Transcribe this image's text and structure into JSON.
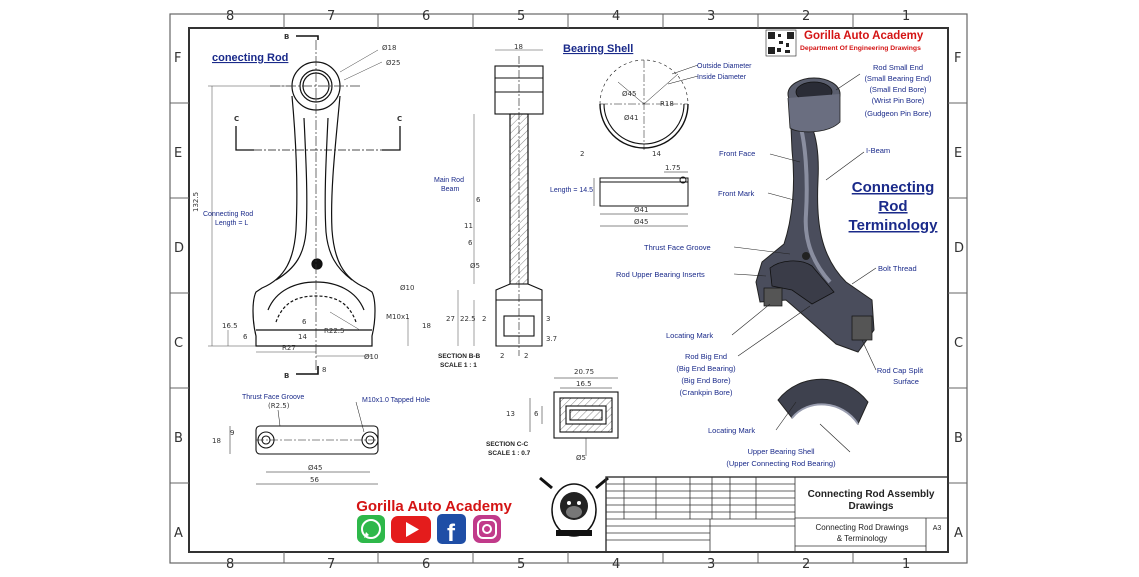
{
  "colors": {
    "label": "#1a2a8a",
    "brand_red": "#d41414",
    "frame": "#555555",
    "rod_fill": "#4a4d5c",
    "rod_light": "#8a8ea0"
  },
  "zones": {
    "columns": [
      "8",
      "7",
      "6",
      "5",
      "4",
      "3",
      "2",
      "1"
    ],
    "rows": [
      "F",
      "E",
      "D",
      "C",
      "B",
      "A"
    ]
  },
  "header": {
    "academy": "Gorilla Auto Academy",
    "department": "Department Of Engineering Drawings"
  },
  "views": {
    "rod": {
      "title": "conecting Rod",
      "dims": {
        "d18": "Ø18",
        "d25": "Ø25",
        "length_mm": "132.5",
        "length_label_1": "Connecting Rod",
        "length_label_2": "Length = L",
        "d10": "Ø10",
        "m10": "M10x1",
        "r225": "R22.5",
        "r27": "R27",
        "n165": "16.5",
        "n6a": "6",
        "n6b": "6",
        "n14": "14",
        "n18": "18",
        "d10b": "Ø10",
        "n8": "8"
      },
      "section_marks": {
        "b": "B",
        "c": "C"
      }
    },
    "section_bb": {
      "label_1": "SECTION B-B",
      "label_2": "SCALE 1 : 1",
      "beam_1": "Main Rod",
      "beam_2": "Beam",
      "dims": {
        "t18": "18",
        "n6a": "6",
        "n11": "11",
        "n6b": "6",
        "d5": "Ø5",
        "n27": "27",
        "n225": "22.5",
        "n2a": "2",
        "n2b": "2",
        "n2c": "2",
        "n3": "3",
        "n37": "3.7"
      }
    },
    "bearing": {
      "title": "Bearing Shell",
      "outside": "Outside Diameter",
      "inside": "Inside Diameter",
      "dims": {
        "d45": "Ø45",
        "d41": "Ø41",
        "r18": "R18",
        "n2": "2",
        "n14": "14",
        "n175": "1.75",
        "length": "Length = 14.5",
        "d41b": "Ø41",
        "d45b": "Ø45"
      }
    },
    "thrust": {
      "groove": "Thrust Face Groove",
      "r25": "(R2.5)",
      "tapped": "M10x1.0 Tapped Hole",
      "dims": {
        "n18": "18",
        "n9": "9",
        "d45": "Ø45",
        "n56": "56"
      }
    },
    "section_cc": {
      "label_1": "SECTION C-C",
      "label_2": "SCALE 1 : 0.7",
      "dims": {
        "n2075": "20.75",
        "n165": "16.5",
        "n13": "13",
        "n6": "6",
        "d5": "Ø5"
      }
    }
  },
  "terminology": {
    "title_1": "Connecting",
    "title_2": "Rod",
    "title_3": "Terminology",
    "small_end": [
      "Rod Small End",
      "(Small Bearing End)",
      "(Small End Bore)",
      "(Wrist Pin Bore)",
      "(Gudgeon Pin Bore)"
    ],
    "front_face": "Front Face",
    "i_beam": "I-Beam",
    "front_mark": "Front Mark",
    "thrust_groove": "Thrust Face Groove",
    "upper_inserts": "Rod Upper Bearing Inserts",
    "bolt_thread": "Bolt Thread",
    "locating_mark_1": "Locating Mark",
    "big_end": [
      "Rod Big End",
      "(Big End Bearing)",
      "(Big End Bore)",
      "(Crankpin Bore)"
    ],
    "cap_split": [
      "Rod Cap Split",
      "Surface"
    ],
    "locating_mark_2": "Locating Mark",
    "upper_shell": [
      "Upper Bearing Shell",
      "(Upper Connecting Rod Bearing)"
    ]
  },
  "footer": {
    "academy": "Gorilla Auto Academy",
    "social": [
      "whatsapp-icon",
      "youtube-icon",
      "facebook-icon",
      "instagram-icon"
    ]
  },
  "title_block": {
    "assembly_1": "Connecting Rod Assembly",
    "assembly_2": "Drawings",
    "drawing_1": "Connecting Rod Drawings",
    "drawing_2": "& Terminology",
    "size": "A3"
  }
}
